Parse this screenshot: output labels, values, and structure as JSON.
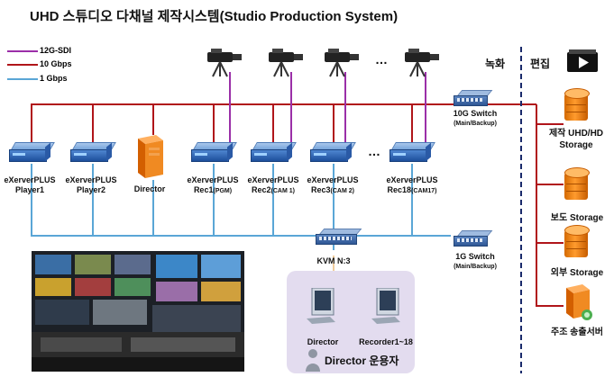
{
  "title": "UHD 스튜디오 다채널 제작시스템(Studio Production System)",
  "legend": [
    {
      "label": "12G-SDI",
      "color": "#9b2fa8"
    },
    {
      "label": "10 Gbps",
      "color": "#b0151a"
    },
    {
      "label": "1 Gbps",
      "color": "#5aa6d6"
    }
  ],
  "zones": {
    "recording": "녹화",
    "editing": "편집"
  },
  "servers": [
    {
      "name": "eXerverPLUS",
      "sub": "Player1"
    },
    {
      "name": "eXerverPLUS",
      "sub": "Player2"
    },
    {
      "name": "Director",
      "sub": ""
    },
    {
      "name": "eXerverPLUS",
      "sub": "Rec1",
      "tag": "(PGM)"
    },
    {
      "name": "eXerverPLUS",
      "sub": "Rec2",
      "tag": "(CAM 1)"
    },
    {
      "name": "eXerverPLUS",
      "sub": "Rec3",
      "tag": "(CAM 2)"
    },
    {
      "name": "eXerverPLUS",
      "sub": "Rec18",
      "tag": "(CAM17)"
    }
  ],
  "ellipsis": "…",
  "switch_10g": {
    "name": "10G Switch",
    "sub": "(Main/Backup)"
  },
  "switch_1g": {
    "name": "1G Switch",
    "sub": "(Main/Backup)"
  },
  "kvm": {
    "name": "KVM N:3"
  },
  "kvm_panel": {
    "director": "Director",
    "recorder": "Recorder1~18",
    "operator": "Director 운용자"
  },
  "storages": [
    {
      "label": "제작 UHD/HD\nStorage"
    },
    {
      "label": "보도 Storage"
    },
    {
      "label": "외부 Storage"
    },
    {
      "label": "주조 송출서버"
    }
  ],
  "icon_names": {
    "play": "play-icon",
    "camera": "camera-icon"
  }
}
